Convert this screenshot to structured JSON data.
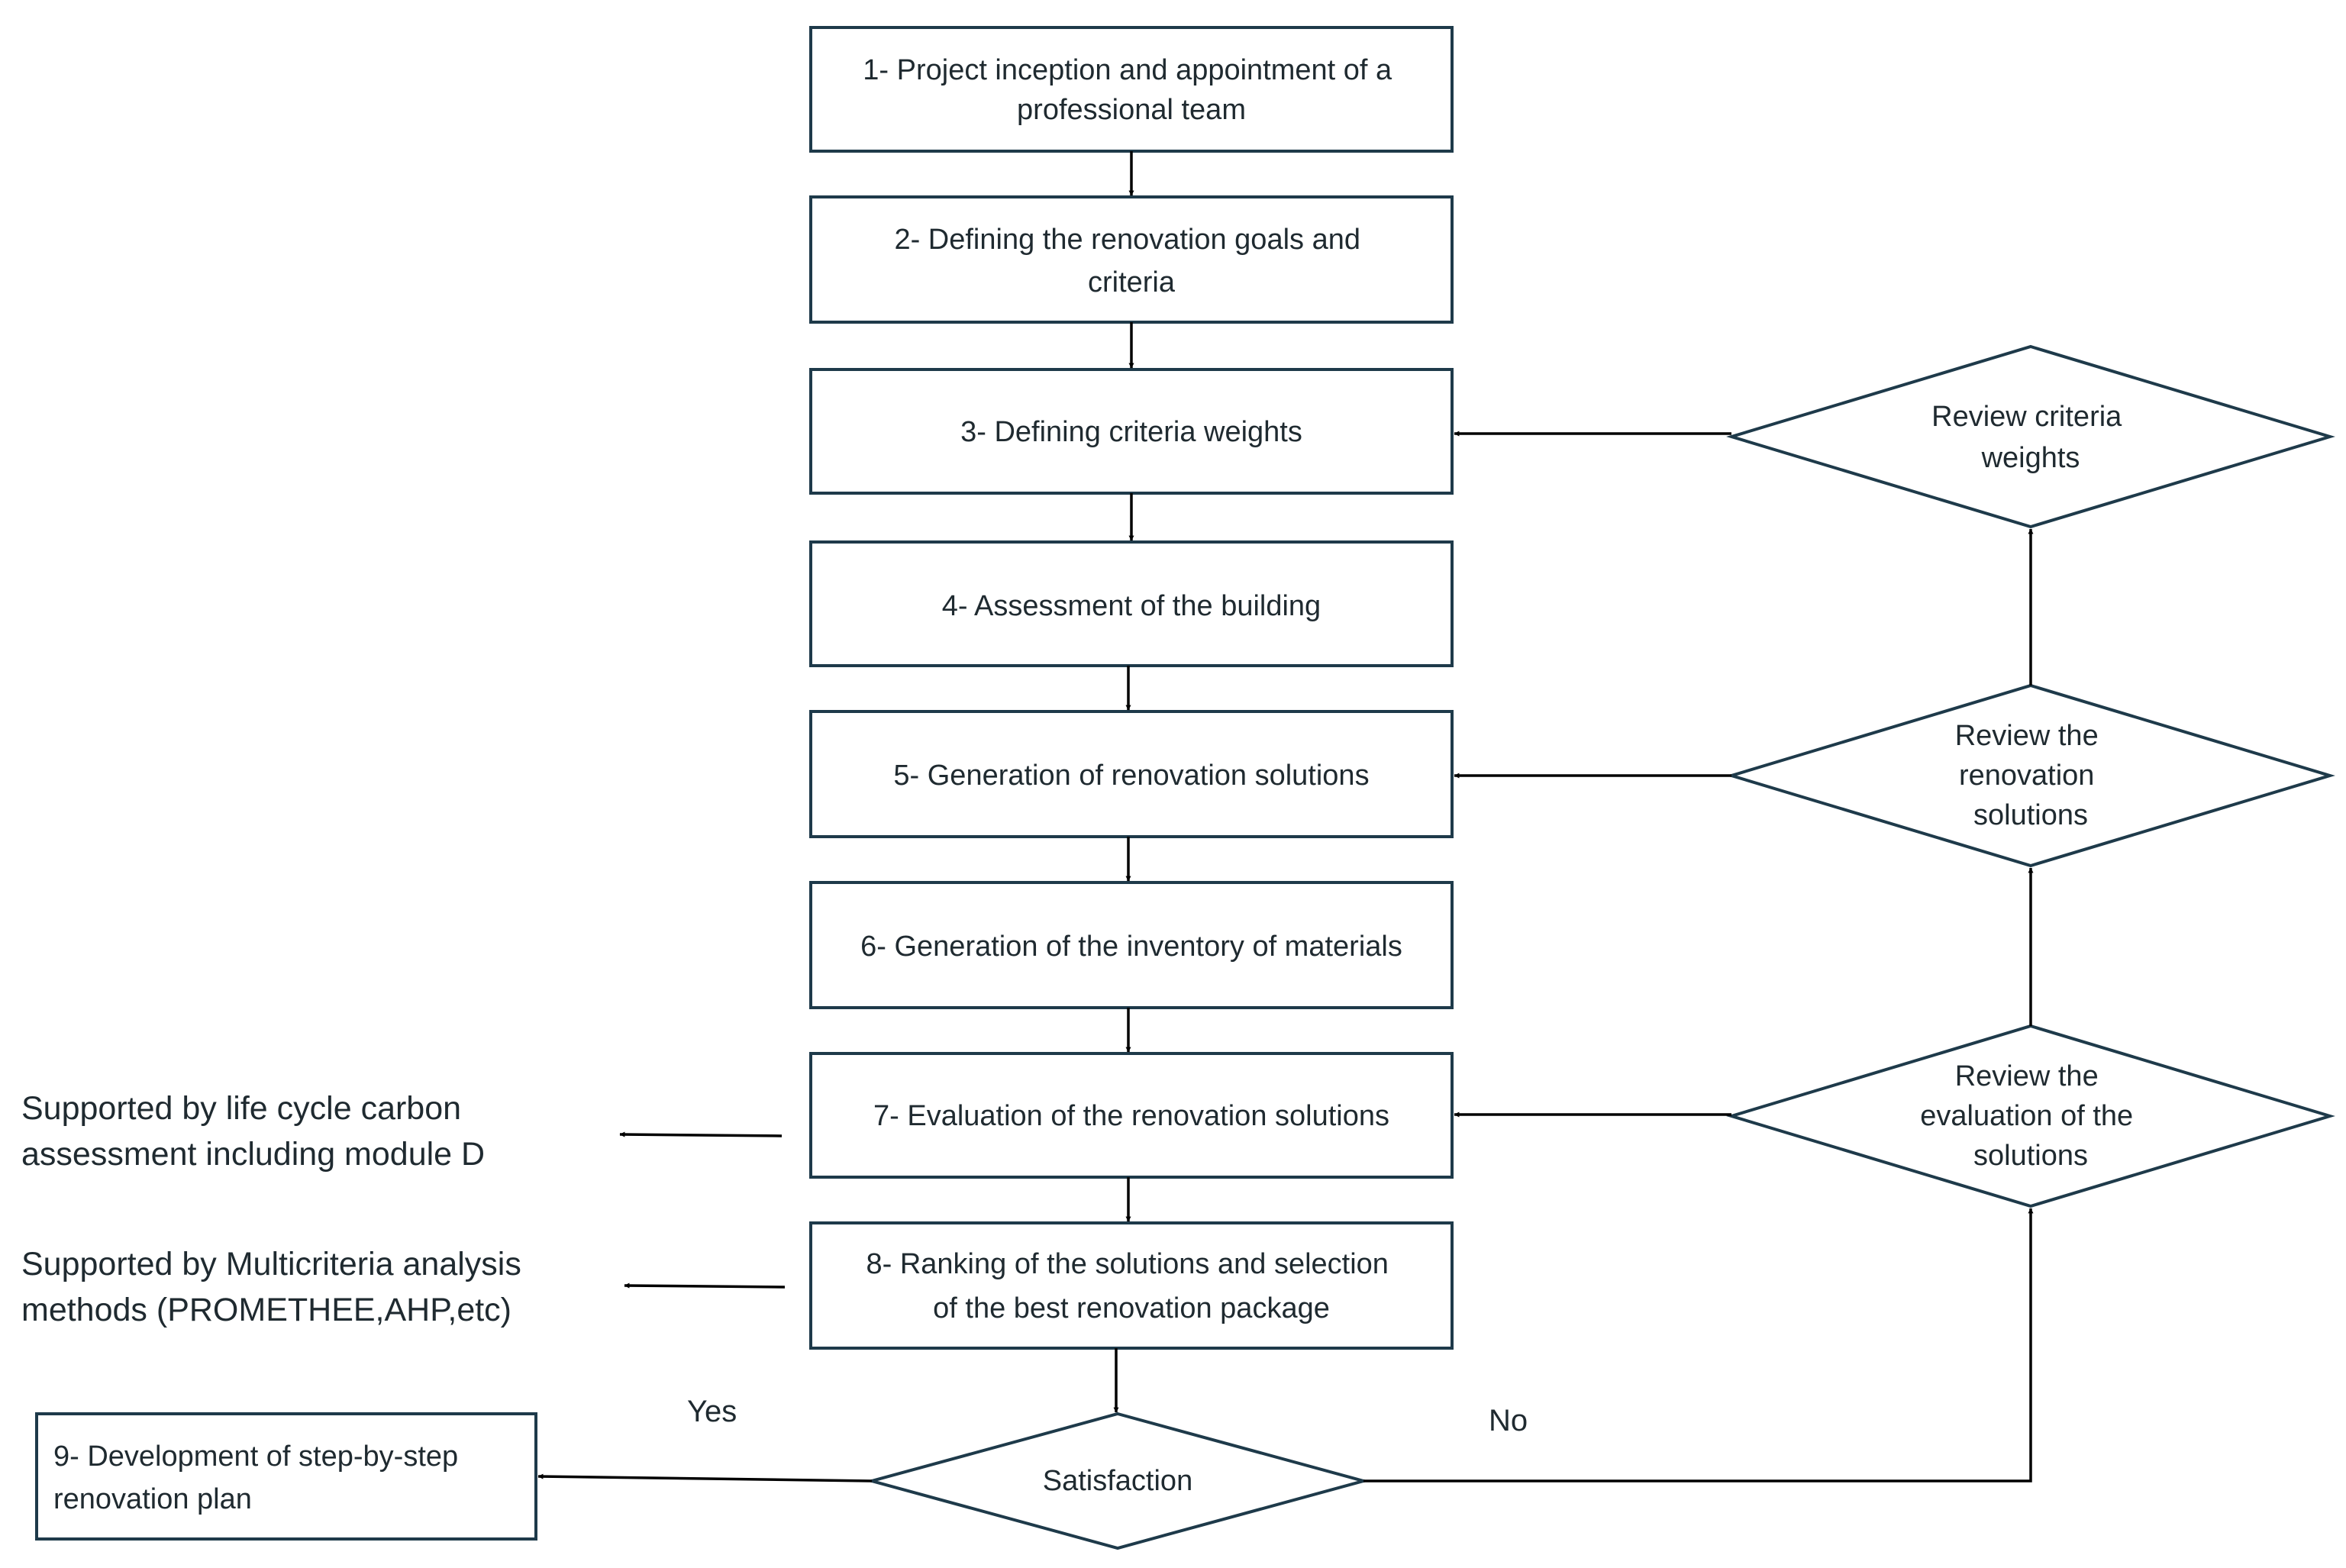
{
  "steps": {
    "s1": [
      "1- Project inception and appointment of a",
      "professional team"
    ],
    "s2": [
      "2- Defining the renovation goals and",
      "criteria"
    ],
    "s3": [
      "3- Defining criteria weights"
    ],
    "s4": [
      "4- Assessment of the building"
    ],
    "s5": [
      "5- Generation of renovation solutions"
    ],
    "s6": [
      "6- Generation of the inventory of materials"
    ],
    "s7": [
      "7- Evaluation of the renovation solutions"
    ],
    "s8": [
      "8- Ranking of the solutions and selection",
      "of the best renovation package"
    ],
    "s9": [
      "9- Development of step-by-step",
      "renovation plan"
    ]
  },
  "decisions": {
    "review_weights": [
      "Review criteria",
      "weights"
    ],
    "review_solutions": [
      "Review the",
      "renovation",
      "solutions"
    ],
    "review_evaluation": [
      "Review the",
      "evaluation of the",
      "solutions"
    ],
    "satisfaction": [
      "Satisfaction"
    ]
  },
  "notes": {
    "lcca": [
      "Supported by life cycle carbon",
      "assessment including module D"
    ],
    "mca": [
      "Supported by Multicriteria analysis",
      "methods  (PROMETHEE,AHP,etc)"
    ]
  },
  "branches": {
    "yes": "Yes",
    "no": "No"
  },
  "colors": {
    "shape_stroke": "#1e3a4a",
    "arrow": "#000000",
    "text": "#1f2a30"
  }
}
